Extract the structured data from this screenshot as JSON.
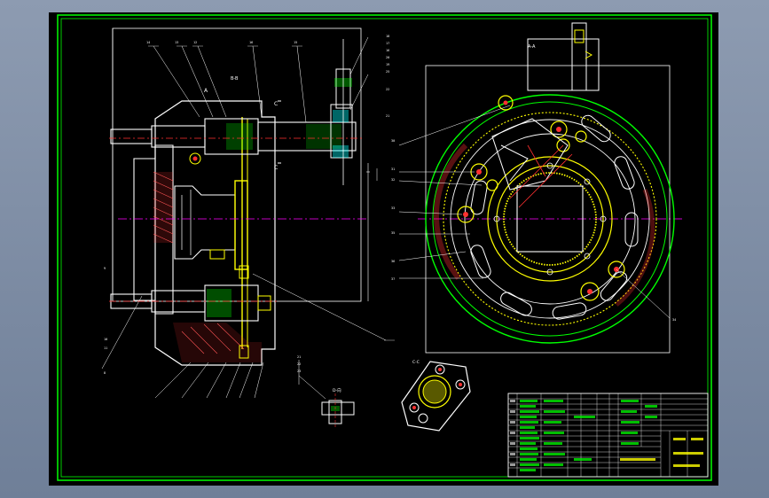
{
  "drawing": {
    "labels": {
      "section_bb": "B-B",
      "section_aa": "A-A",
      "section_cc": "C-C",
      "detail_dd": "D-向",
      "letter_c_top": "C",
      "letter_c_bottom": "C",
      "letter_a": "A"
    }
  },
  "colors": {
    "sheet": "#000000",
    "border": "#00ff00",
    "yellow": "#ffff00",
    "white": "#ffffff",
    "red": "#ff3030",
    "magenta": "#ff00ff",
    "cyan": "#00ffff"
  }
}
